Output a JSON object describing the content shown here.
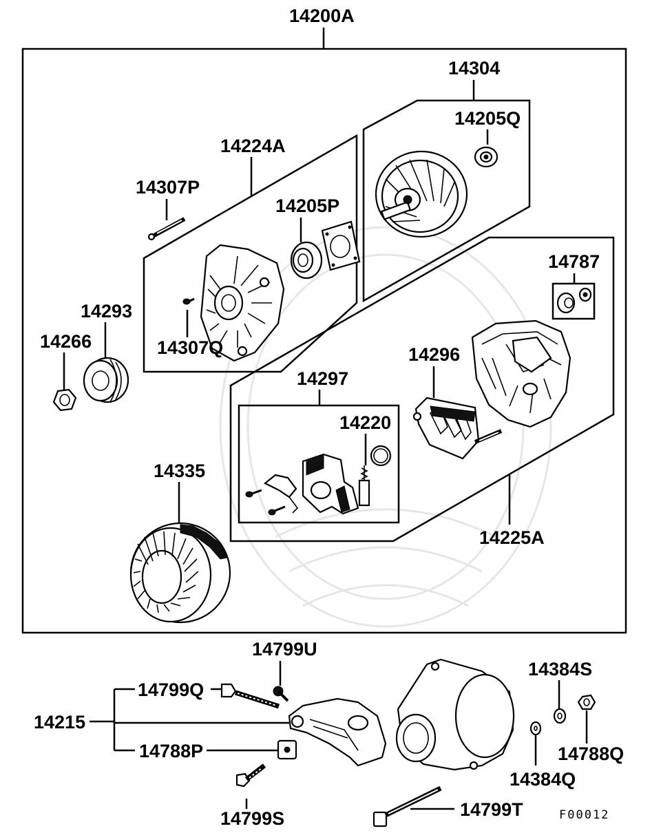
{
  "labels": {
    "assembly": "14200A",
    "rotor_assy": "14304",
    "bearing_rear": "14205Q",
    "front_bracket_assy": "14224A",
    "bolt_long": "14307P",
    "bearing_front": "14205P",
    "screw": "14307Q",
    "nut_terminal": "14787",
    "pulley": "14293",
    "pulley_nut": "14266",
    "rectifier": "14296",
    "regulator": "14297",
    "brush": "14220",
    "rear_bracket_assy": "14225A",
    "stator": "14335",
    "bolt_u": "14799U",
    "bracket_assy": "14215",
    "bolt_q": "14799Q",
    "spacer": "14788P",
    "bolt_s": "14799S",
    "washer_s": "14384S",
    "nut_q": "14788Q",
    "washer_q": "14384Q",
    "bolt_t": "14799T"
  },
  "figure_code": "F00012"
}
